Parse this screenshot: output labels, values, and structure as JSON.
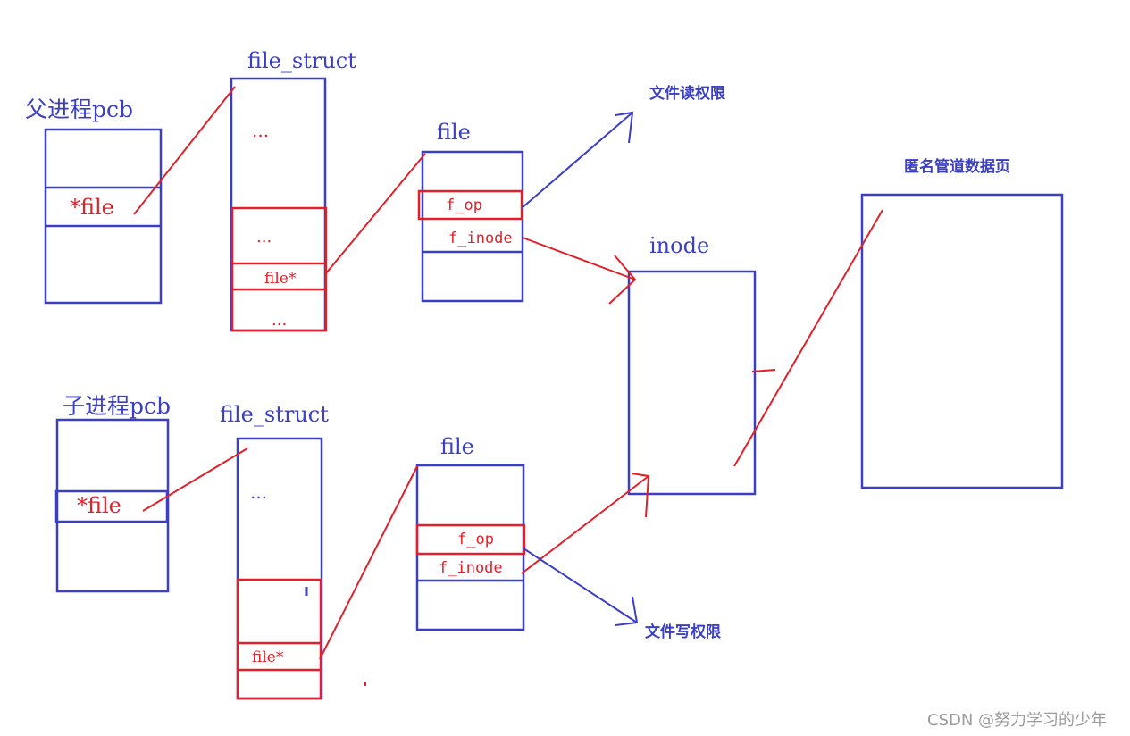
{
  "colors": {
    "blue": "#3b3fc4",
    "red": "#e1202a",
    "watermark": "#9a9a9a"
  },
  "labels": {
    "parent_pcb": "父进程pcb",
    "child_pcb": "子进程pcb",
    "file_struct_top": "file_struct",
    "file_struct_bottom": "file_struct",
    "file_top": "file",
    "file_bottom": "file",
    "inode": "inode",
    "read_perm": "文件读权限",
    "write_perm": "文件写权限",
    "pipe_page": "匿名管道数据页",
    "watermark": "CSDN @努力学习的少年"
  },
  "fields": {
    "parent_file_ptr": "*file",
    "child_file_ptr": "*file",
    "fs_top_dots1": "...",
    "fs_top_dots2": "...",
    "fs_top_file_star": "file*",
    "fs_top_dots3": "...",
    "fs_bottom_dots1": "...",
    "fs_bottom_file_star": "file*",
    "file_top_fop": "f_op",
    "file_top_finode": "f_inode",
    "file_bottom_fop": "f_op",
    "file_bottom_finode": "f_inode"
  }
}
